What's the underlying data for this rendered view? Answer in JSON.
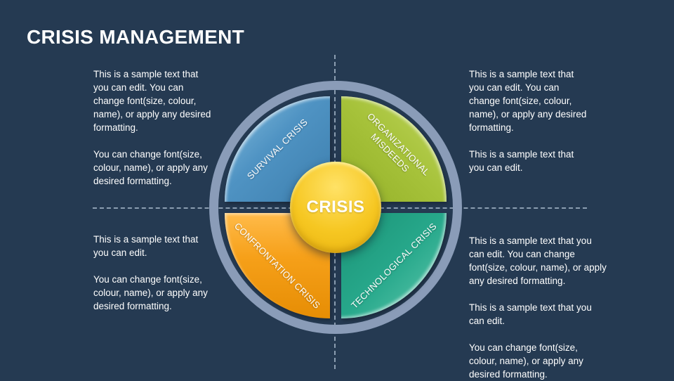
{
  "slide": {
    "title": "CRISIS MANAGEMENT",
    "background_color": "#253a52"
  },
  "diagram": {
    "center_label": "CRISIS",
    "center_color": "#f2c31c",
    "ring_color": "#8a9cb8",
    "guide_line_color": "#9fb0c2",
    "quadrants": [
      {
        "label": "SURVIVAL CRISIS",
        "color": "#4f93c3",
        "position": "top-left"
      },
      {
        "label": "ORGANIZATIONAL MISDEEDS",
        "color": "#a6c23a",
        "position": "top-right"
      },
      {
        "label": "CONFRONTATION CRISIS",
        "color": "#f6a019",
        "position": "bottom-left"
      },
      {
        "label": "TECHNOLOGICAL CRISIS",
        "color": "#27a88b",
        "position": "bottom-right"
      }
    ]
  },
  "text_blocks": {
    "top_left": {
      "paragraphs": [
        "This is a sample text that you can edit. You can change font(size, colour, name), or apply any desired formatting.",
        "You can change font(size, colour, name), or apply any desired formatting."
      ]
    },
    "top_right": {
      "paragraphs": [
        "This is a sample text that you can edit. You can change font(size, colour, name), or apply any desired formatting.",
        "This is a sample text that you can edit."
      ]
    },
    "bottom_left": {
      "paragraphs": [
        "This is a sample text that you can edit.",
        "You can change font(size, colour, name), or apply any desired formatting."
      ]
    },
    "bottom_right": {
      "paragraphs": [
        "This is a sample text that you can edit. You can change font(size, colour, name), or apply any desired formatting.",
        "This is a sample text that you can edit.",
        "You can change font(size, colour, name), or apply any desired formatting."
      ]
    }
  }
}
